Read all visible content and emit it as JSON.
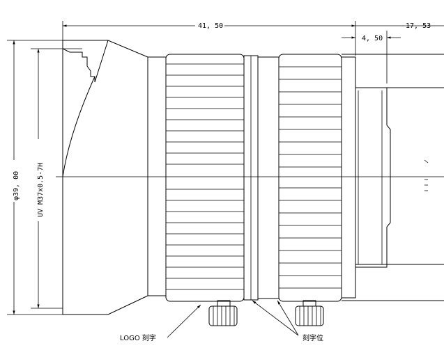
{
  "dimensions": {
    "overall_length": "41, 50",
    "right_length": "17, 53",
    "flange_width": "4, 50",
    "diameter": "φ39, 00",
    "filter_thread": "UV M37x0.5-7H"
  },
  "annotations": {
    "logo_engraving": "LOGO 刻字",
    "engraving_position": "刻字位"
  }
}
